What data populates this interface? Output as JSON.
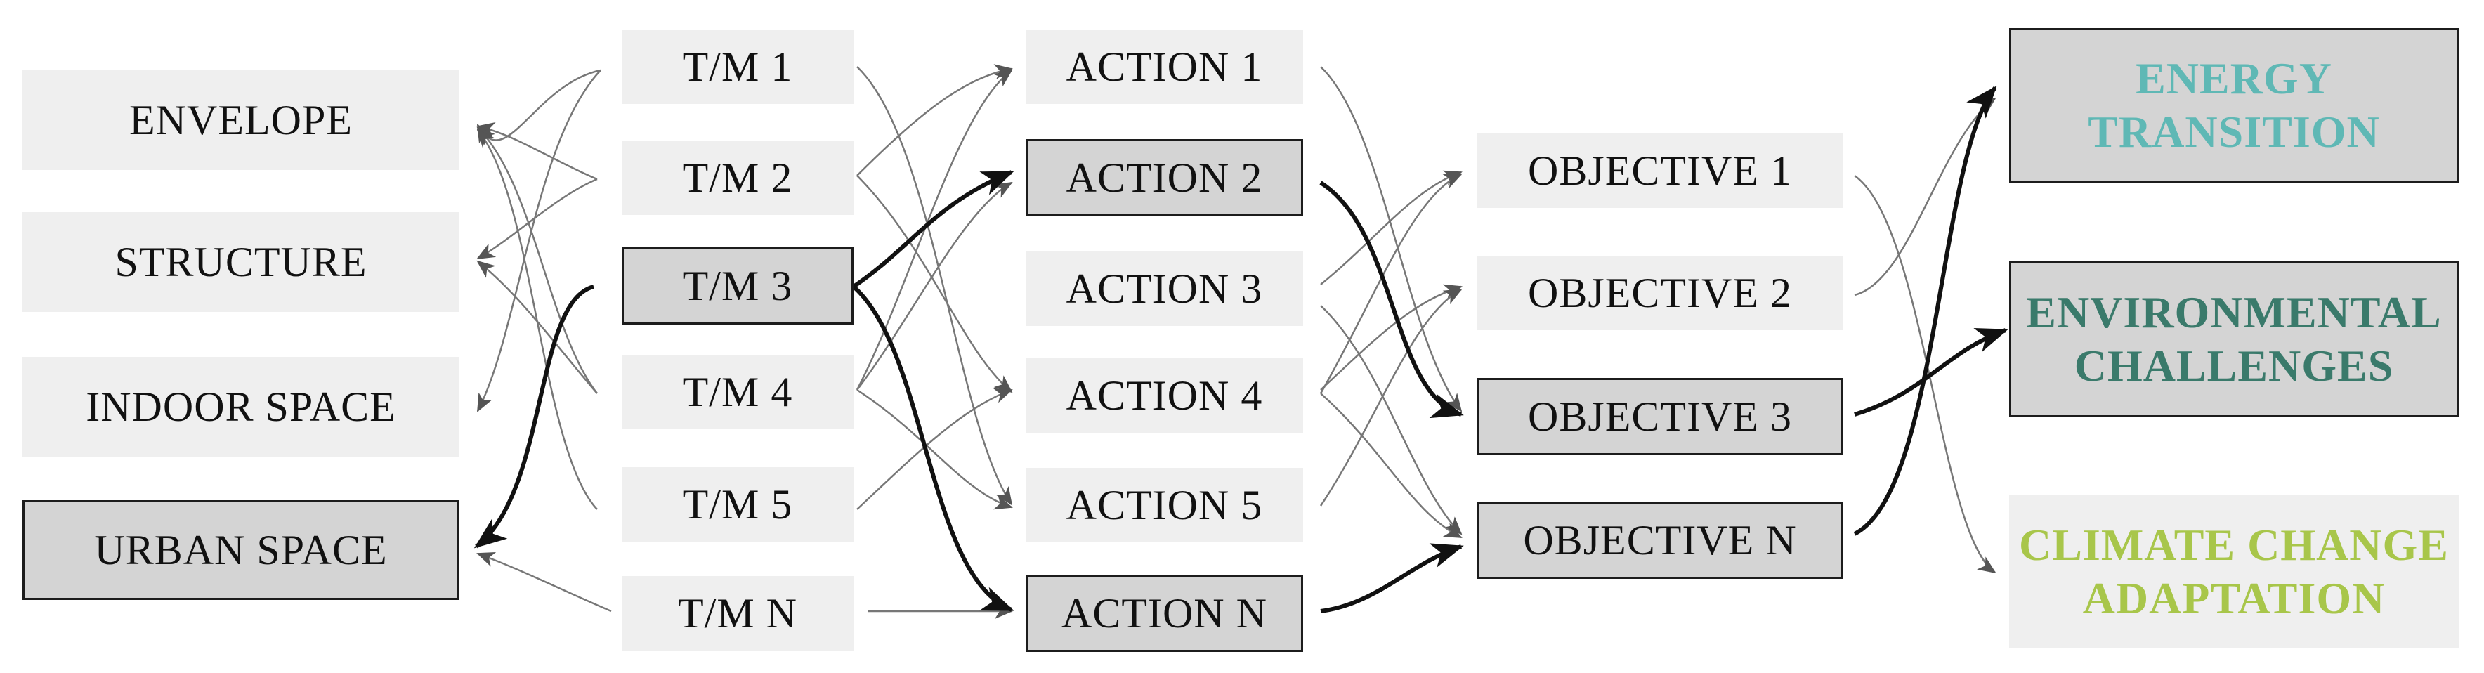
{
  "components": [
    {
      "id": "envelope",
      "label": "ENVELOPE"
    },
    {
      "id": "structure",
      "label": "STRUCTURE"
    },
    {
      "id": "indoor",
      "label": "INDOOR SPACE"
    },
    {
      "id": "urban",
      "label": "URBAN SPACE"
    }
  ],
  "tm": [
    {
      "id": "tm1",
      "label": "T/M 1"
    },
    {
      "id": "tm2",
      "label": "T/M 2"
    },
    {
      "id": "tm3",
      "label": "T/M 3"
    },
    {
      "id": "tm4",
      "label": "T/M 4"
    },
    {
      "id": "tm5",
      "label": "T/M 5"
    },
    {
      "id": "tmn",
      "label": "T/M N"
    }
  ],
  "actions": [
    {
      "id": "a1",
      "label": "ACTION 1"
    },
    {
      "id": "a2",
      "label": "ACTION 2"
    },
    {
      "id": "a3",
      "label": "ACTION 3"
    },
    {
      "id": "a4",
      "label": "ACTION 4"
    },
    {
      "id": "a5",
      "label": "ACTION 5"
    },
    {
      "id": "an",
      "label": "ACTION N"
    }
  ],
  "objectives": [
    {
      "id": "o1",
      "label": "OBJECTIVE 1"
    },
    {
      "id": "o2",
      "label": "OBJECTIVE 2"
    },
    {
      "id": "o3",
      "label": "OBJECTIVE 3"
    },
    {
      "id": "on",
      "label": "OBJECTIVE N"
    }
  ],
  "goals": [
    {
      "id": "energy",
      "line1": "ENERGY",
      "line2": "TRANSITION",
      "color": "#5fb8b5"
    },
    {
      "id": "environmental",
      "line1": "ENVIRONMENTAL",
      "line2": "CHALLENGES",
      "color": "#3a7a6b"
    },
    {
      "id": "climate",
      "line1": "CLIMATE CHANGE",
      "line2": "ADAPTATION",
      "color": "#a8c64a"
    }
  ]
}
